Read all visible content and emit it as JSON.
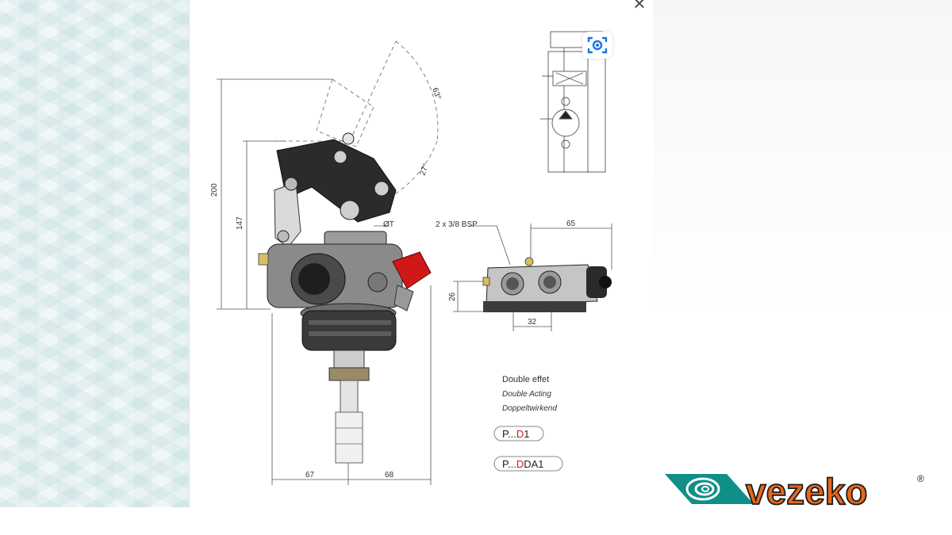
{
  "window": {
    "close_label": "×"
  },
  "drawing": {
    "dim_200": "200",
    "dim_147": "147",
    "dim_67": "67",
    "dim_68": "68",
    "dim_65": "65",
    "dim_26": "26",
    "dim_32": "32",
    "angle_63": "63°",
    "angle_27": "27°",
    "thread_label": "2 x 3/8 BSP",
    "diameter_label": "ØT",
    "caption_fr": "Double effet",
    "caption_en": "Double Acting",
    "caption_de": "Doppeltwirkend",
    "model1_prefix": "P...",
    "model1_letter": "D",
    "model1_suffix": "1",
    "model2_prefix": "P...",
    "model2_letter": "D",
    "model2_suffix": "DA1"
  },
  "brand": {
    "name": "vezeko",
    "registered": "®",
    "colors": {
      "teal": "#0f8f87",
      "orange": "#e8671b"
    }
  },
  "icons": {
    "close": "close-icon",
    "lens": "lens-icon",
    "logo": "vezeko-swirl-icon"
  }
}
